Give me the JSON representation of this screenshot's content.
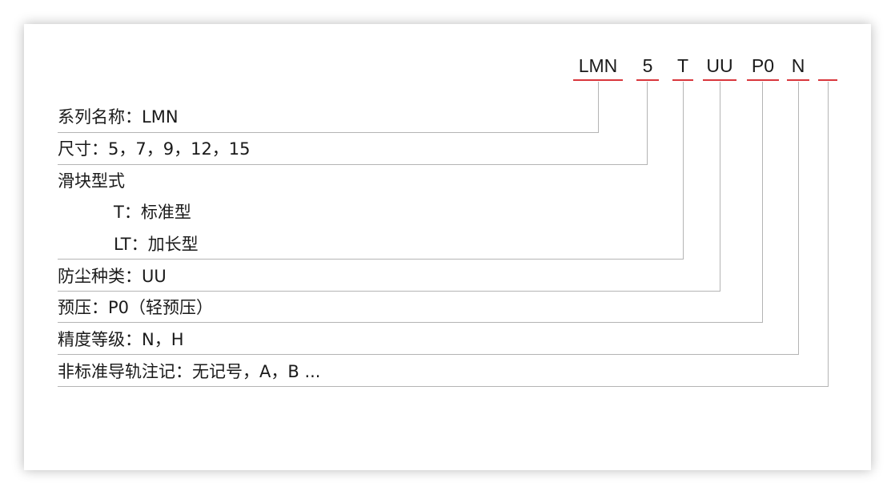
{
  "code": {
    "segments": [
      "LMN",
      "5",
      "T",
      "UU",
      "P0",
      "N",
      ""
    ]
  },
  "rows": [
    "系列名称：LMN",
    "尺寸：5，7，9，12，15",
    "滑块型式",
    "T：标准型",
    "LT：加长型",
    "防尘种类：UU",
    "预压：P0（轻预压）",
    "精度等级：N，H",
    "非标准导轨注记：无记号，A，B ..."
  ],
  "colors": {
    "underline": "#d9373d",
    "leader_line": "#b4b4b4",
    "text": "#1a1a1a"
  }
}
